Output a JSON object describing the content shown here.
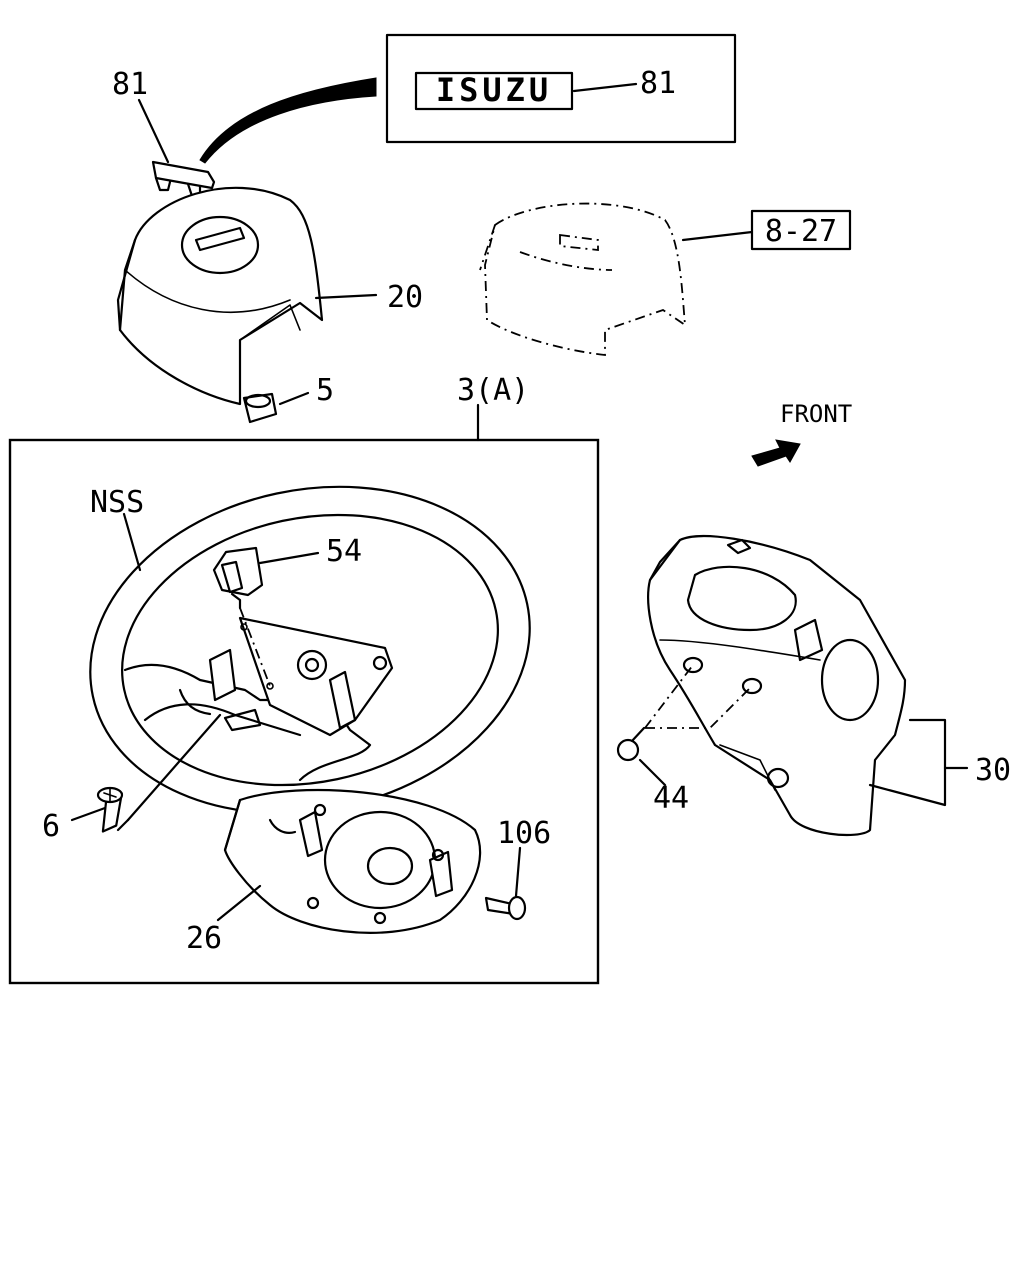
{
  "labels": {
    "p81_top": "81",
    "p81_emblem": "81",
    "emblem_text": "ISUZU",
    "ref_8_27": "8-27",
    "p20": "20",
    "p5": "5",
    "p3a": "3(A)",
    "front": "FRONT",
    "nss": "NSS",
    "p54": "54",
    "p6": "6",
    "p26": "26",
    "p106": "106",
    "p44": "44",
    "p30": "30"
  }
}
